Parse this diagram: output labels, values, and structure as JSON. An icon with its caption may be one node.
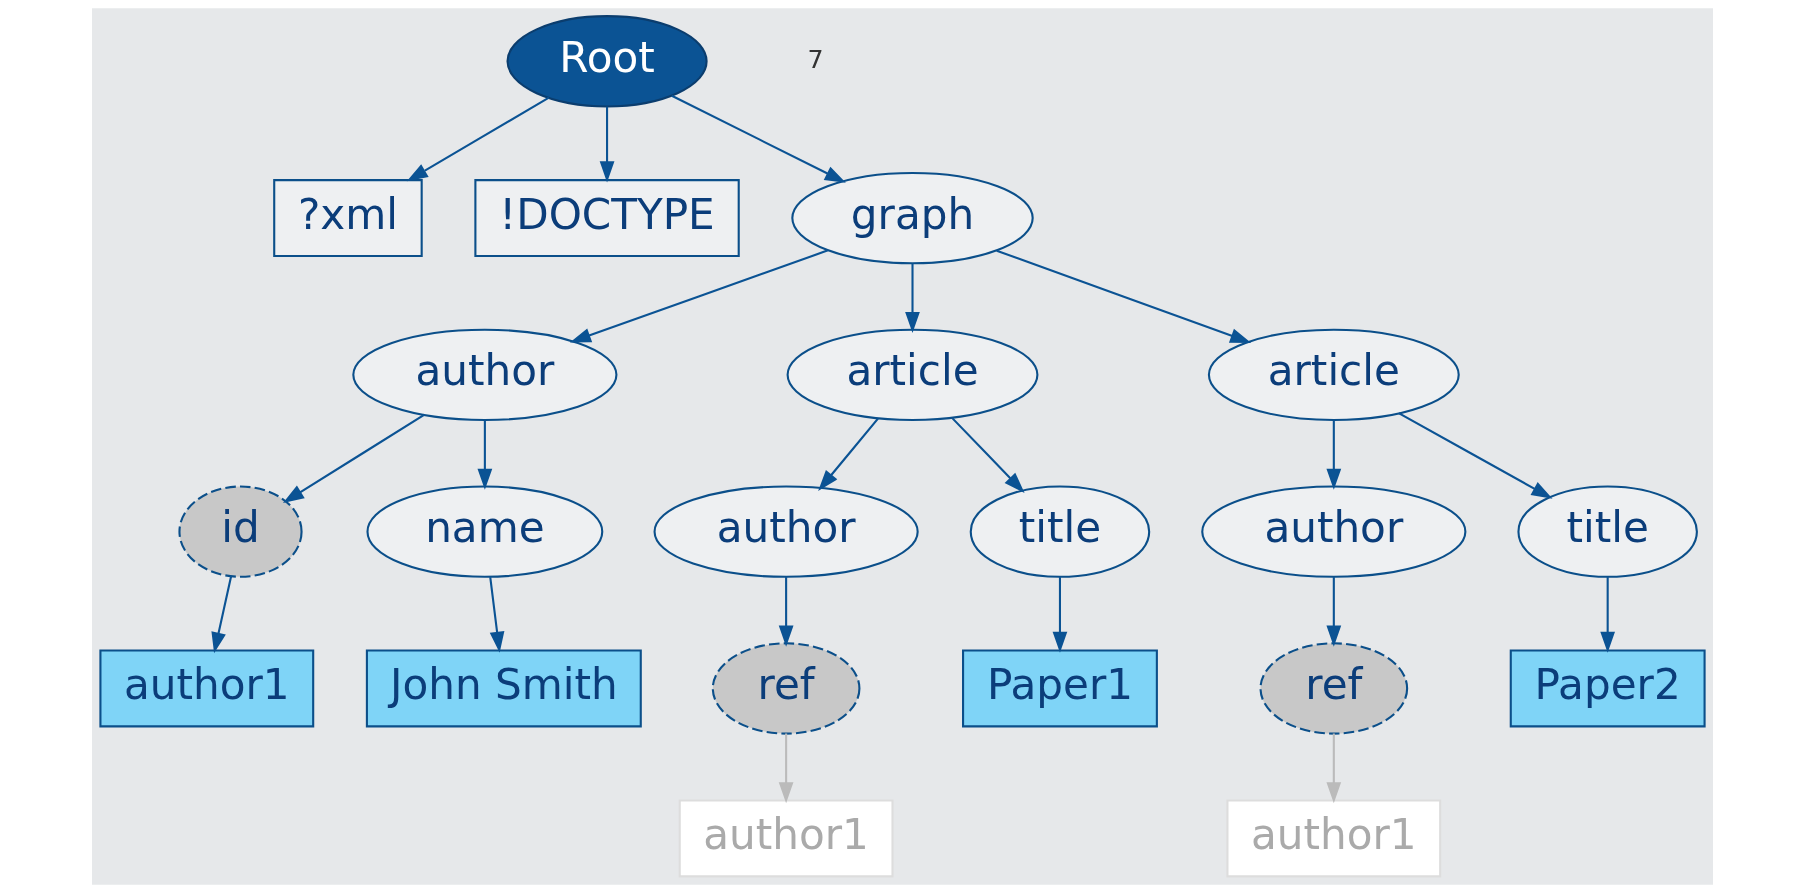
{
  "diagram": {
    "nodes": [
      {
        "text": [
          "Root"
        ]
      },
      {
        "text": [
          "?xml"
        ]
      },
      {
        "text": [
          "!DOCTYPE"
        ]
      },
      {
        "text": [
          "graph"
        ]
      },
      {
        "text": [
          "author"
        ]
      },
      {
        "text": [
          "article"
        ]
      },
      {
        "text": [
          "article"
        ]
      },
      {
        "text": [
          "id"
        ]
      },
      {
        "text": [
          "name"
        ]
      },
      {
        "text": [
          "author"
        ]
      },
      {
        "text": [
          "title"
        ]
      },
      {
        "text": [
          "author"
        ]
      },
      {
        "text": [
          "title"
        ]
      },
      {
        "text": [
          "author1"
        ]
      },
      {
        "text": [
          "John Smith"
        ]
      },
      {
        "text": [
          "ref"
        ]
      },
      {
        "text": [
          "Paper1"
        ]
      },
      {
        "text": [
          "ref"
        ]
      },
      {
        "text": [
          "Paper2"
        ]
      },
      {
        "text": [
          "author1"
        ]
      },
      {
        "text": [
          "author1"
        ]
      }
    ],
    "edges": [
      {
        "from": 0,
        "to": 1,
        "arrow": "to"
      },
      {
        "from": 0,
        "to": 2,
        "arrow": "to"
      },
      {
        "from": 0,
        "to": 3,
        "arrow": "to"
      },
      {
        "from": 3,
        "to": 4,
        "arrow": "to"
      },
      {
        "from": 3,
        "to": 5,
        "arrow": "to"
      },
      {
        "from": 3,
        "to": 6,
        "arrow": "to"
      },
      {
        "from": 4,
        "to": 7,
        "arrow": "to"
      },
      {
        "from": 4,
        "to": 8,
        "arrow": "to"
      },
      {
        "from": 7,
        "to": 13,
        "arrow": "to"
      },
      {
        "from": 8,
        "to": 14,
        "arrow": "to"
      },
      {
        "from": 5,
        "to": 9,
        "arrow": "to"
      },
      {
        "from": 5,
        "to": 10,
        "arrow": "to"
      },
      {
        "from": 9,
        "to": 15,
        "arrow": "to"
      },
      {
        "from": 10,
        "to": 16,
        "arrow": "to"
      },
      {
        "from": 6,
        "to": 11,
        "arrow": "to"
      },
      {
        "from": 6,
        "to": 12,
        "arrow": "to"
      },
      {
        "from": 11,
        "to": 17,
        "arrow": "to"
      },
      {
        "from": 12,
        "to": 18,
        "arrow": "to"
      },
      {
        "from": 15,
        "to": 19,
        "arrow": "to",
        "color": "#bbbbbb"
      },
      {
        "from": 17,
        "to": 20,
        "arrow": "to",
        "color": "#bbbbbb"
      }
    ],
    "labels": [
      "7"
    ]
  }
}
